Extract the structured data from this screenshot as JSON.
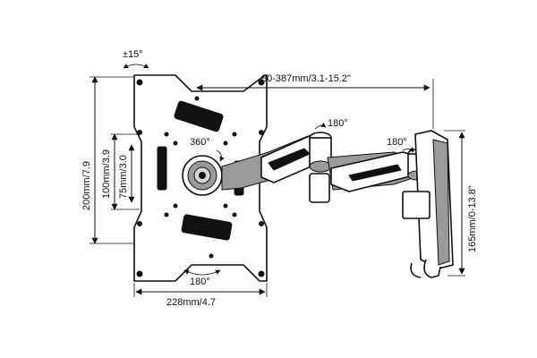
{
  "labels": {
    "tilt": "±15°",
    "arm_reach": "80-387mm/3.1-15.2\"",
    "swivel_arm": "180°",
    "swivel_wall": "180°",
    "rotation": "360°",
    "height_outer": "200mm/7.9",
    "height_mid": "100mm/3.9",
    "height_inner": "75mm/3.0",
    "bottom_rotation": "180°",
    "width": "228mm/4.7",
    "wall_height": "165mm/0-13.8\""
  },
  "colors": {
    "line": "#111111",
    "fill_dark": "#111111",
    "fill_grey": "#9a9a9a",
    "background": "#ffffff"
  }
}
